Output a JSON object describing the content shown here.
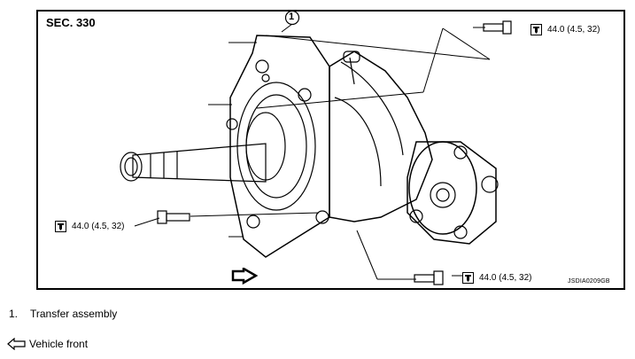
{
  "diagram": {
    "section_label": "SEC. 330",
    "part_callout_number": "1",
    "image_code": "JSDIA0209GB"
  },
  "torque_callouts": [
    {
      "value": "44.0 (4.5, 32)"
    },
    {
      "value": "44.0 (4.5, 32)"
    },
    {
      "value": "44.0 (4.5, 32)"
    }
  ],
  "legend": {
    "item_1_number": "1.",
    "item_1_label": "Transfer assembly",
    "front_label": "Vehicle front"
  },
  "icons": [
    "wrench-torque-icon",
    "vehicle-front-arrow-icon"
  ]
}
